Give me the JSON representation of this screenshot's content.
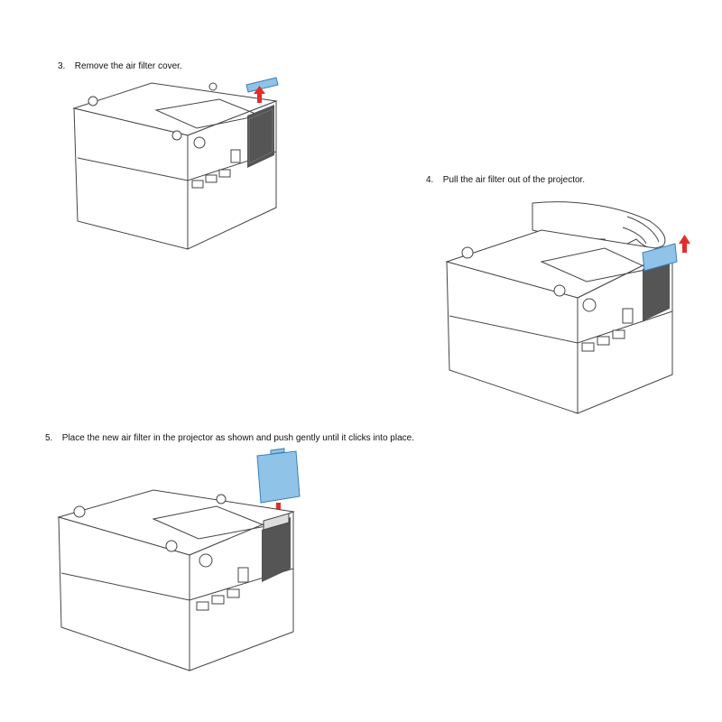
{
  "steps": [
    {
      "number": "3.",
      "text": "Remove the air filter cover."
    },
    {
      "number": "4.",
      "text": "Pull the air filter out of the projector."
    },
    {
      "number": "5.",
      "text": "Place the new air filter in the projector as shown and push gently until it clicks into place."
    }
  ],
  "colors": {
    "filter_blue": "#8fc3e8",
    "filter_blue_edge": "#3d7fb5",
    "arrow_red": "#e62b2b",
    "line": "#444444"
  },
  "icons": {
    "up_arrow": "up-arrow-icon",
    "down_arrow": "down-arrow-icon"
  }
}
